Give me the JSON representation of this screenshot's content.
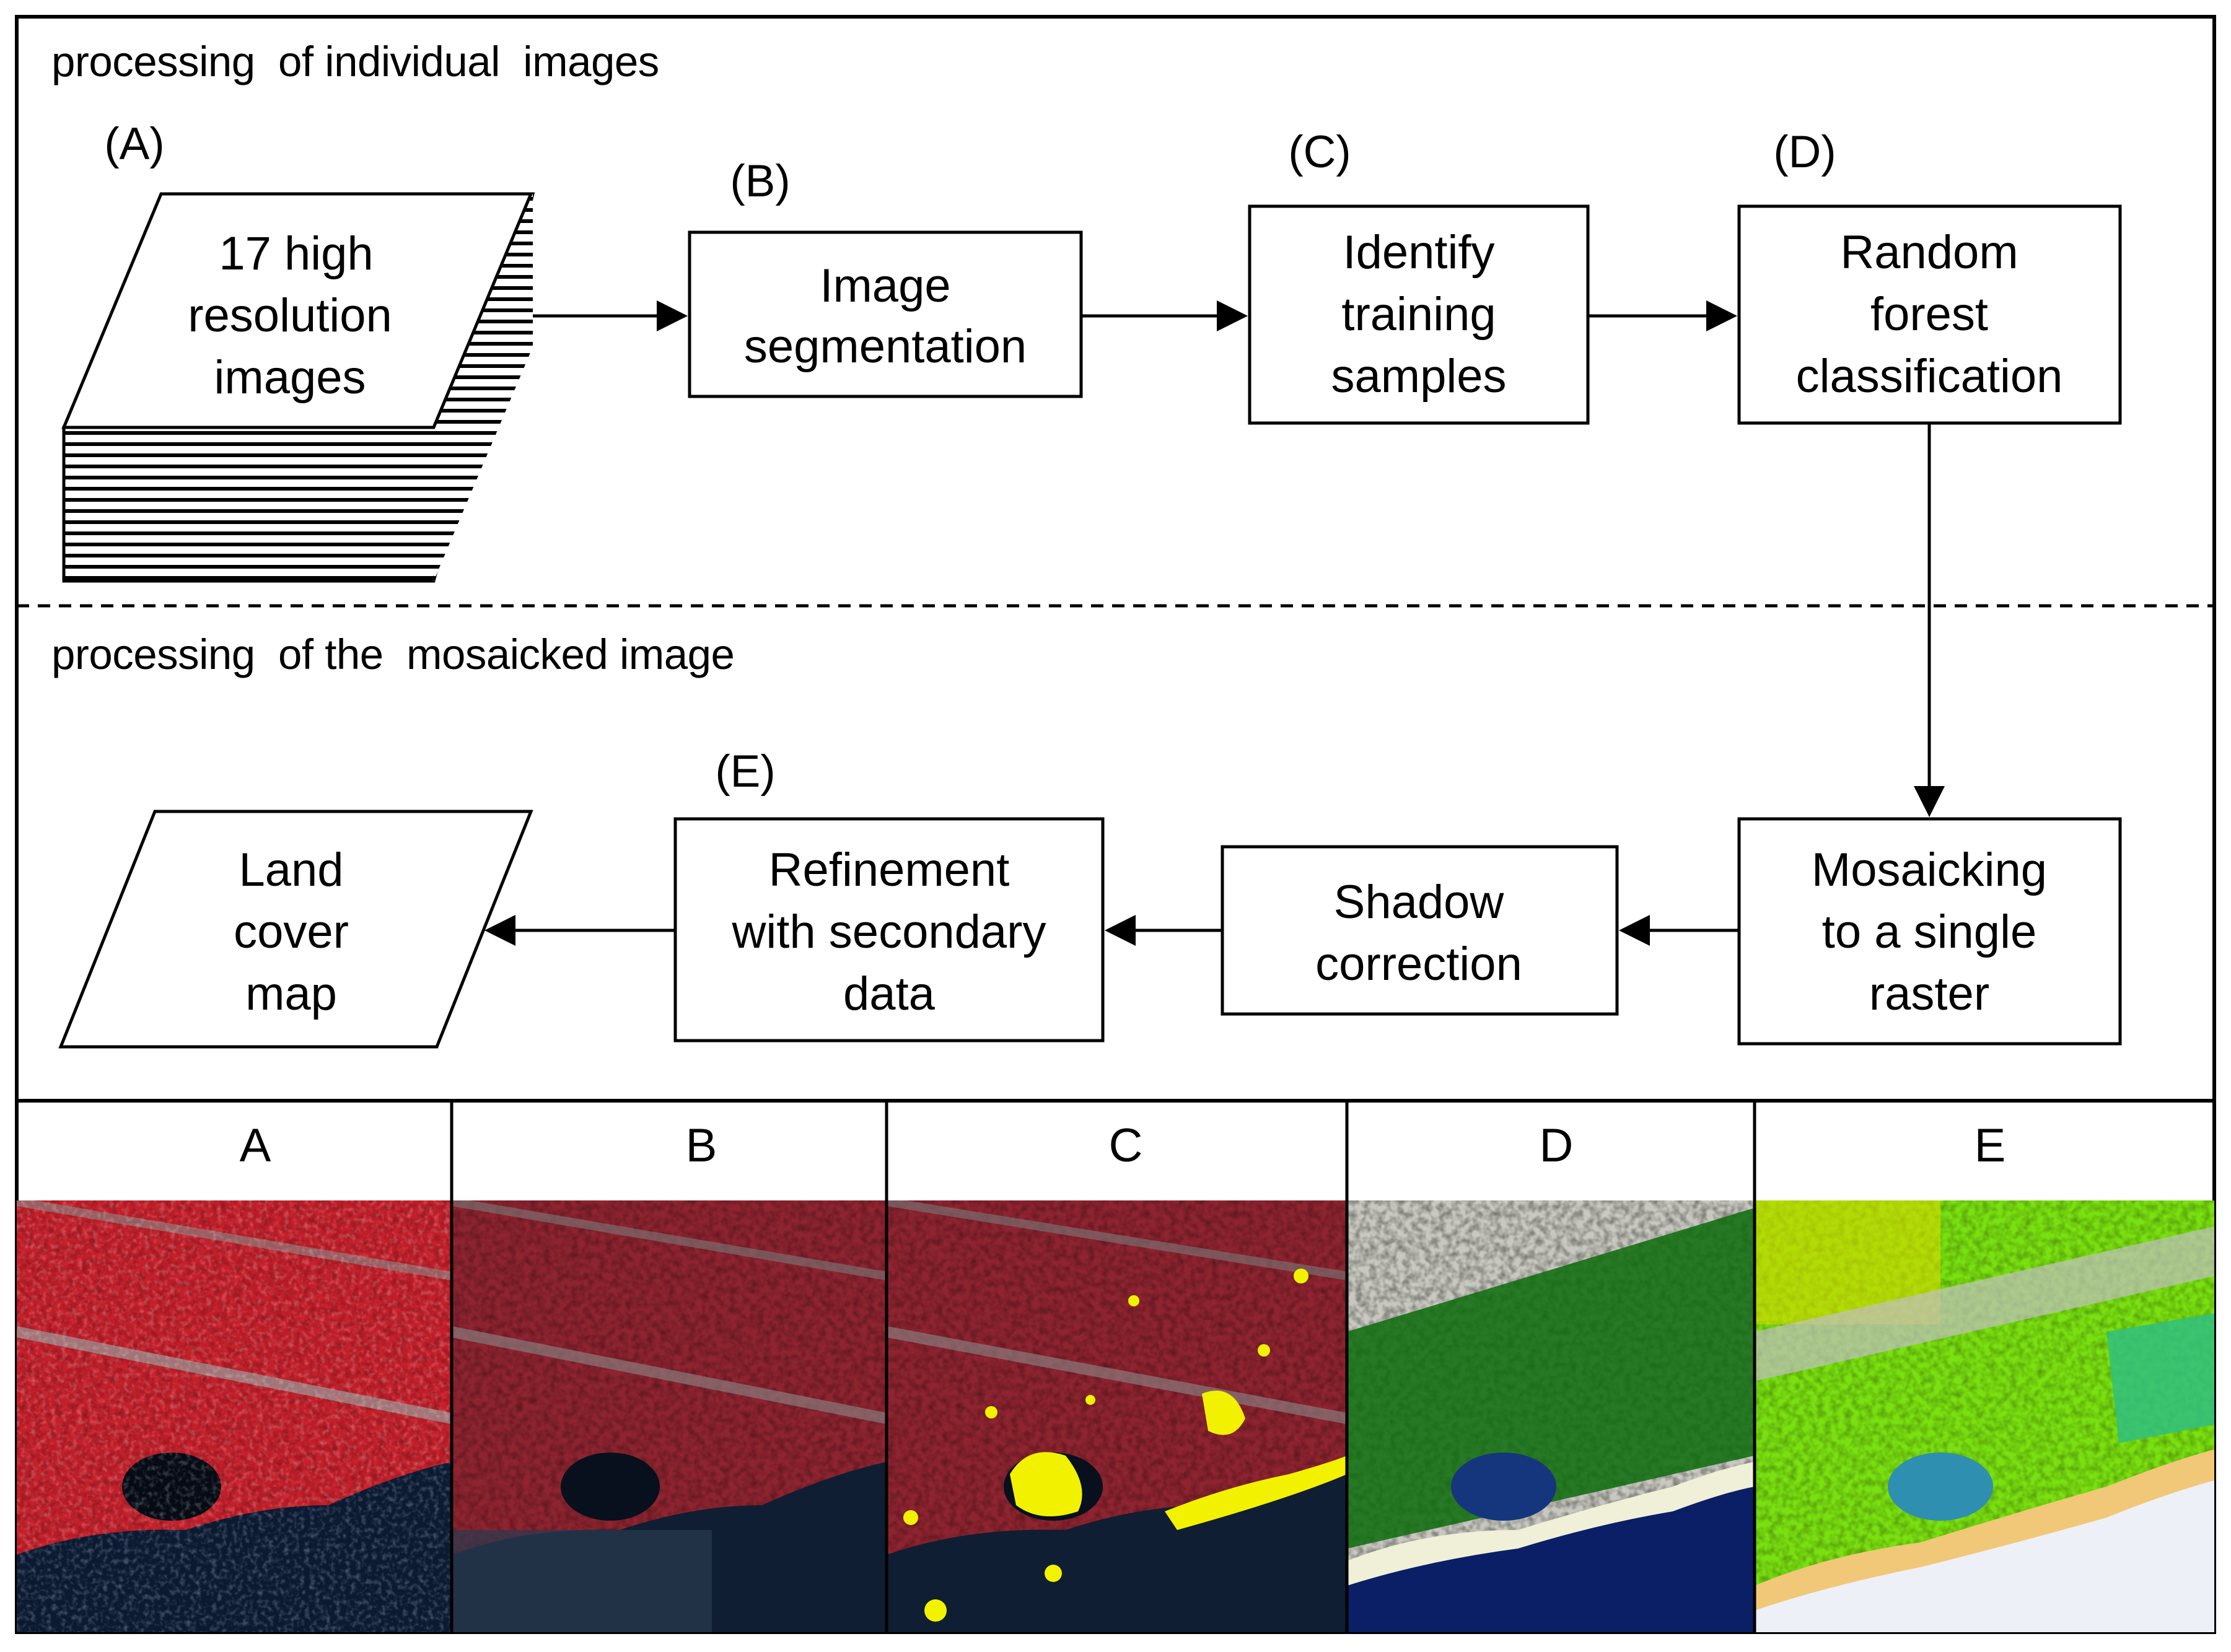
{
  "sections": {
    "top": "processing  of individual  images",
    "bottom": "processing  of the  mosaicked image"
  },
  "steps": {
    "a": "(A)",
    "b": "(B)",
    "c": "(C)",
    "d": "(D)",
    "e": "(E)"
  },
  "nodes": {
    "images": [
      "17 high",
      "resolution",
      "images"
    ],
    "segmentation": [
      "Image",
      "segmentation"
    ],
    "training": [
      "Identify",
      "training",
      "samples"
    ],
    "random_forest": [
      "Random",
      "forest",
      "classification"
    ],
    "mosaicking": [
      "Mosaicking",
      "to a single",
      "raster"
    ],
    "shadow": [
      "Shadow",
      "correction"
    ],
    "refinement": [
      "Refinement",
      "with secondary",
      "data"
    ],
    "land_cover": [
      "Land",
      "cover",
      "map"
    ]
  },
  "panels": [
    "A",
    "B",
    "C",
    "D",
    "E"
  ],
  "colors": {
    "false_color_red": "#d9202b",
    "ocean_dark": "#0b1a33",
    "forest_green": "#0a6b0a",
    "water_navy": "#0a1f66",
    "classified_yellow": "#f2f200",
    "lagoon_teal": "#2f8fb0",
    "sand": "#f0c878"
  }
}
